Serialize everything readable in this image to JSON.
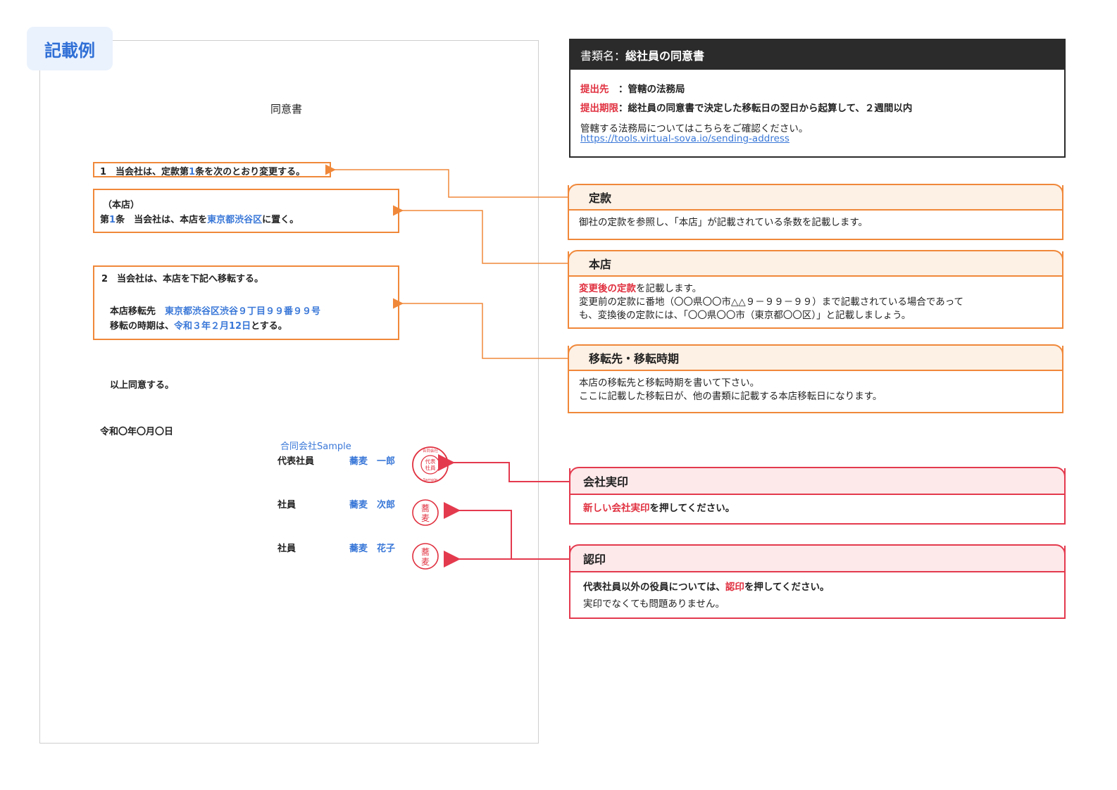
{
  "badge": "記載例",
  "doc": {
    "title": "同意書",
    "item1": {
      "a": "1　当会社は、定款第",
      "num": "1",
      "b": "条を次のとおり変更する。"
    },
    "honten_label": "（本店）",
    "article": {
      "a": "第",
      "num": "1",
      "b": "条　当会社は、本店を",
      "place": "東京都渋谷区",
      "c": "に置く。"
    },
    "item2": "2　当会社は、本店を下記へ移転する。",
    "new_address_label": "本店移転先　",
    "new_address_value": "東京都渋谷区渋谷９丁目９９番９９号",
    "move_time_label": "移転の時期は、",
    "move_time_value": "令和３年２月12日",
    "move_time_suffix": "とする。",
    "agreed": "以上同意する。",
    "date": "令和〇年〇月〇日",
    "company": "合同会社Sample",
    "signers": [
      {
        "role": "代表社員",
        "name": "蕎麦　一郎"
      },
      {
        "role": "社員",
        "name": "蕎麦　次郎"
      },
      {
        "role": "社員",
        "name": "蕎麦　花子"
      }
    ],
    "stamps": {
      "company_seal": [
        "代表社員",
        "合同会社Sample"
      ],
      "personal_seal": [
        "蕎",
        "麦"
      ]
    }
  },
  "info": {
    "header_prefix": "書類名：",
    "header_title": "総社員の同意書",
    "dest_label": "提出先",
    "dest_value": "　：管轄の法務局",
    "deadline_label": "提出期限",
    "deadline_value": "：総社員の同意書で決定した移転日の翌日から起算して、２週間以内",
    "note": "管轄する法務局についてはこちらをご確認ください。",
    "link": "https://tools.virtual-sova.io/sending-address"
  },
  "callouts": {
    "teikan": {
      "title": "定款",
      "body": "御社の定款を参照し、「本店」が記載されている条数を記載します。"
    },
    "honten": {
      "title": "本店",
      "body_red": "変更後の定款",
      "body1": "を記載します。",
      "body2": "変更前の定款に番地（〇〇県〇〇市△△９－９９－９９）まで記載されている場合であって",
      "body3": "も、変換後の定款には、「〇〇県〇〇市（東京都〇〇区）」と記載しましょう。"
    },
    "iten": {
      "title": "移転先・移転時期",
      "body1": "本店の移転先と移転時期を書いて下さい。",
      "body2": "ここに記載した移転日が、他の書類に記載する本店移転日になります。"
    },
    "jitsuin": {
      "title": "会社実印",
      "body_red": "新しい会社実印",
      "body": "を押してください。"
    },
    "ninin": {
      "title": "認印",
      "body_a": "代表社員以外の役員については、",
      "body_red": "認印",
      "body_b": "を押してください。",
      "body2": "実印でなくても問題ありません。"
    }
  },
  "colors": {
    "accent_orange": "#f0883a",
    "accent_red": "#e43a4e",
    "blue_text": "#3a78d8",
    "header_dark": "#2b2b2b"
  }
}
